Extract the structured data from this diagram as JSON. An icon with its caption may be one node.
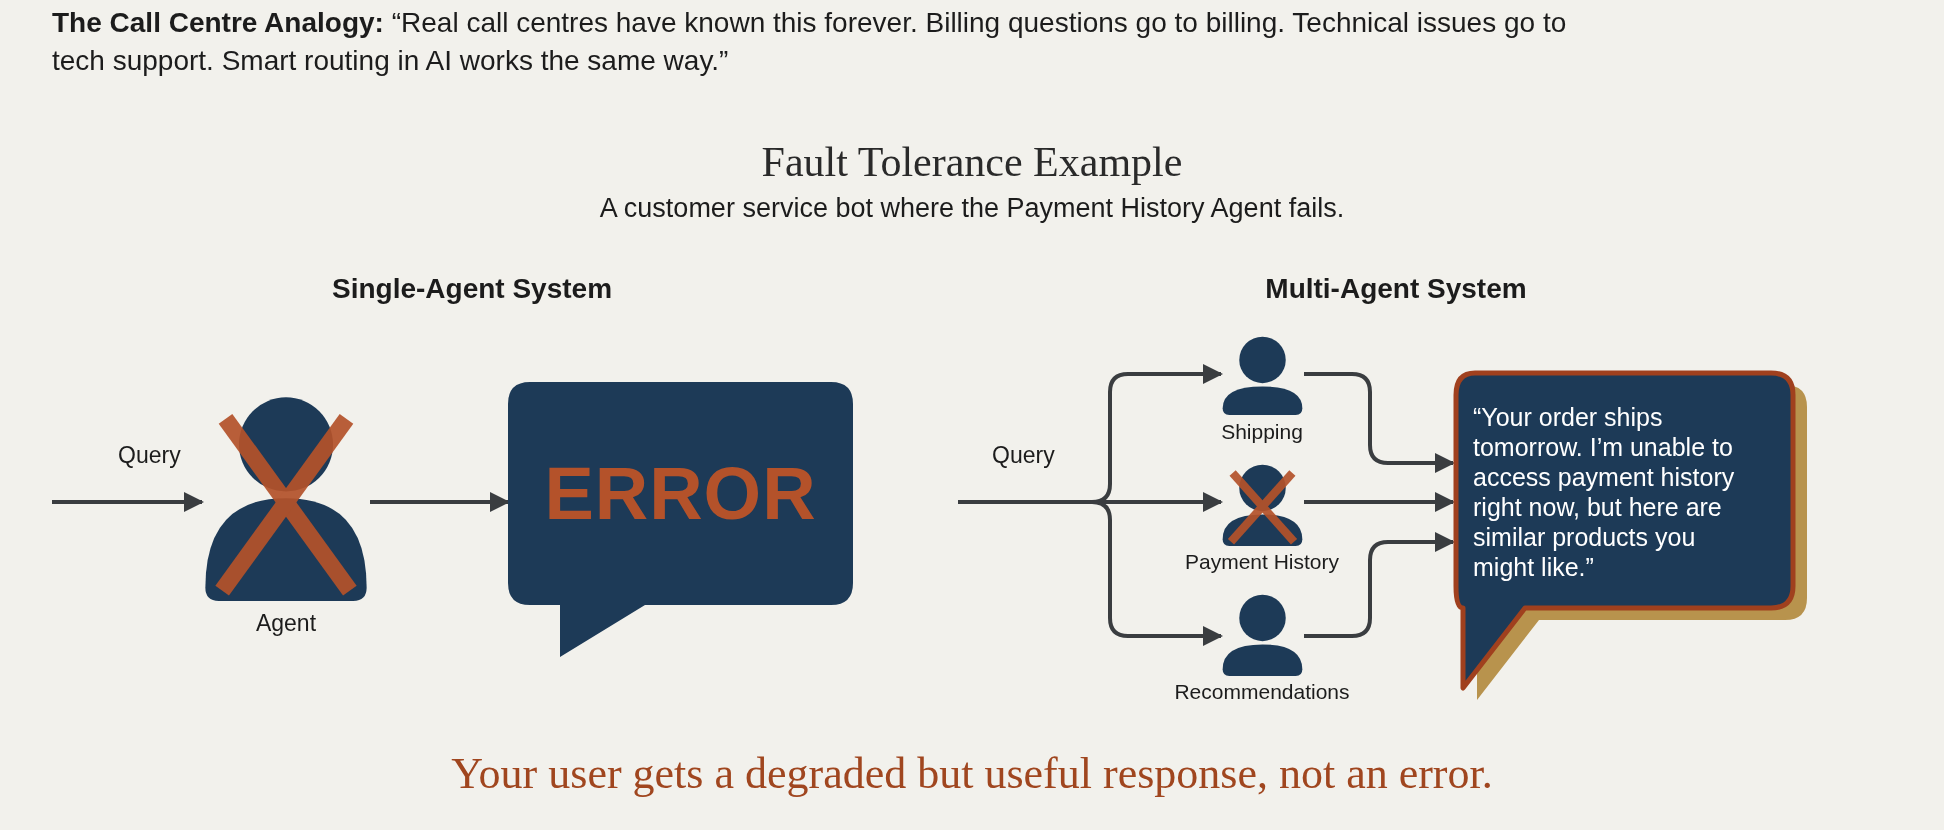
{
  "diagram": {
    "title": "Fault Tolerance Example",
    "caption": "Your user gets a degraded but useful response, not an error.",
    "nodes": [
      {
        "text": [],
        "shape": "person",
        "beside": [
          "Agent"
        ]
      },
      {
        "text": [
          "ERROR"
        ]
      },
      {
        "text": [],
        "shape": "person",
        "beside": [
          "Shipping"
        ]
      },
      {
        "text": [],
        "shape": "person",
        "beside": [
          "Payment History"
        ]
      },
      {
        "text": [],
        "shape": "person",
        "beside": [
          "Recommendations"
        ]
      },
      {
        "text": [
          "“Your order ships tomorrow. I’m unable to access payment history right now, but here are similar products you might like.”"
        ]
      }
    ],
    "edges": [
      {
        "from": null,
        "to": 0,
        "arrow": "to",
        "label": "Query"
      },
      {
        "from": 0,
        "to": 1,
        "arrow": "to"
      },
      {
        "from": null,
        "to": 2,
        "arrow": "to"
      },
      {
        "from": null,
        "to": 3,
        "arrow": "to",
        "label": "Query"
      },
      {
        "from": null,
        "to": 4,
        "arrow": "to"
      },
      {
        "from": 2,
        "to": 5,
        "arrow": "to"
      },
      {
        "from": 3,
        "to": 5,
        "arrow": "to"
      },
      {
        "from": 4,
        "to": 5,
        "arrow": "to"
      }
    ],
    "labels": [
      "**The Call Centre Analogy:** “Real call centres have known this forever. Billing questions go to billing. Technical issues go to tech support. Smart routing in AI works the same way.”",
      "A customer service bot where the Payment History Agent fails.",
      "Single-Agent System",
      "Multi-Agent System"
    ]
  }
}
